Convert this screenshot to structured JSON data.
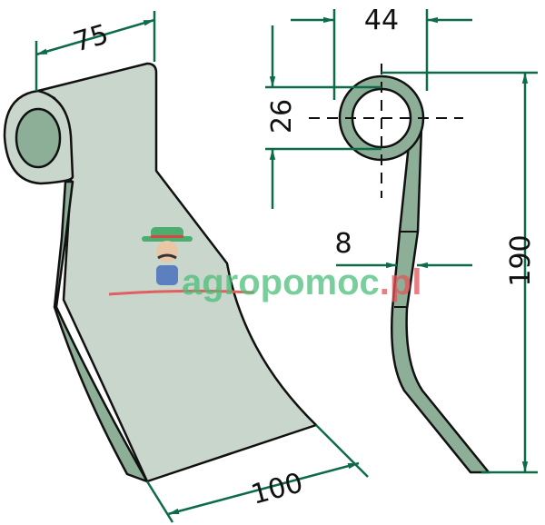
{
  "dimensions": {
    "width_top": "75",
    "width_bottom": "100",
    "eye_spacing": "44",
    "eye_diameter": "26",
    "thickness": "8",
    "length": "190"
  },
  "watermark": {
    "brand": "agropomoc",
    "tld": ".pl"
  },
  "colors": {
    "blade_face": "#c9d6cc",
    "blade_edge": "#8daf98",
    "arrow": "#0d6b47",
    "outline": "#111111"
  }
}
